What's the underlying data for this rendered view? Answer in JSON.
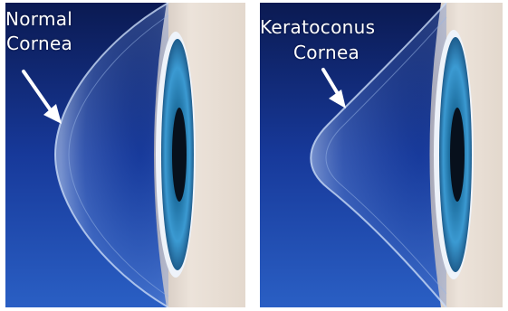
{
  "panels": [
    {
      "label_line1": "Normal",
      "label_line2": "Cornea"
    },
    {
      "label_line1": "Keratoconus",
      "label_line2": "Cornea"
    }
  ],
  "colors": {
    "background_dark": "#0d1f5c",
    "background_light": "#1f4fae",
    "sclera": "#e8ddd3",
    "iris": "#3a8fc7",
    "pupil": "#0a0f1a",
    "cornea_highlight": "#a9c7ee"
  }
}
